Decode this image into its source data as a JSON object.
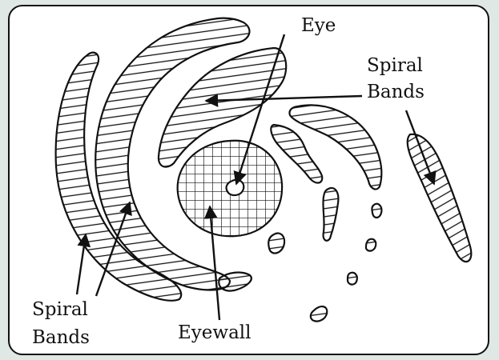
{
  "diagram": {
    "labels": {
      "eye": "Eye",
      "spiral_bands_right": [
        "Spiral",
        "Bands"
      ],
      "spiral_bands_left": [
        "Spiral",
        "Bands"
      ],
      "eyewall": "Eyewall"
    },
    "colors": {
      "background": "#dfe8e4",
      "panel": "#ffffff",
      "ink": "#111111"
    }
  }
}
